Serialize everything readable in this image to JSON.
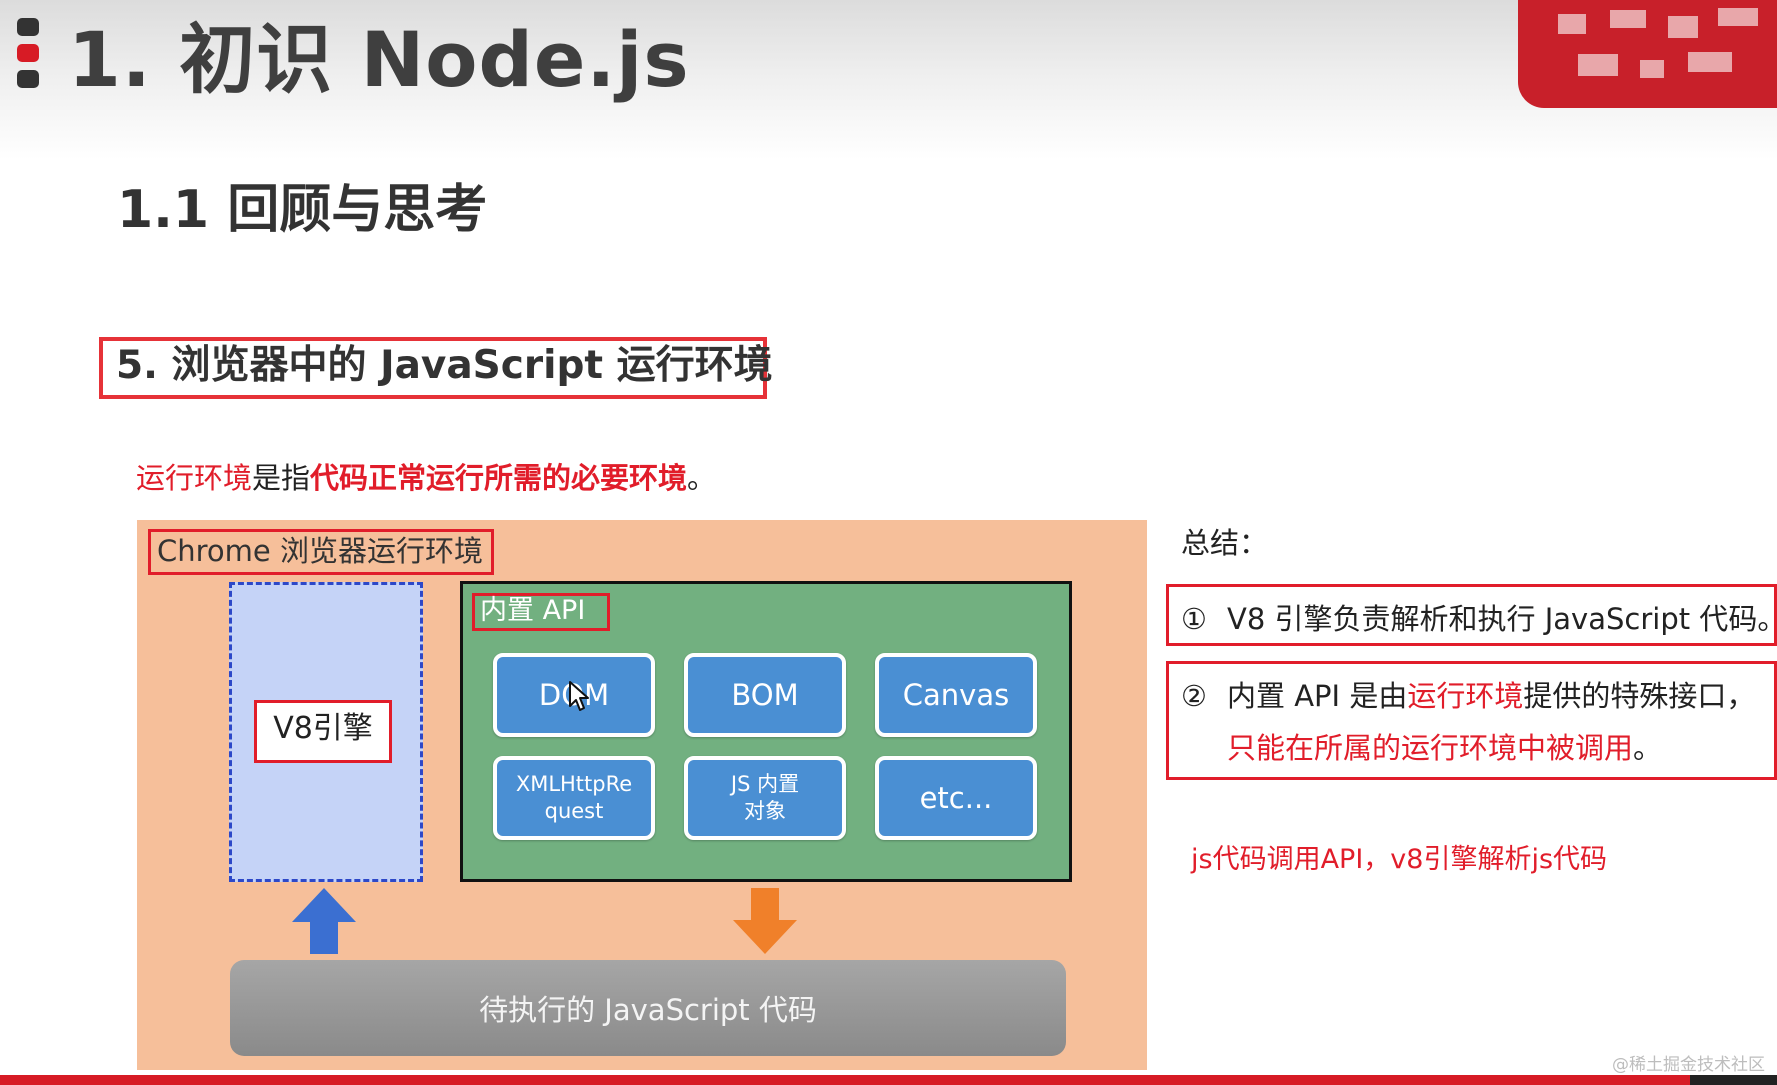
{
  "header": {
    "title": "1. 初识 Node.js",
    "accent_color": "#d71b25"
  },
  "subtitle": "1.1 回顾与思考",
  "section": {
    "title": "5. 浏览器中的 JavaScript 运行环境"
  },
  "definition": {
    "part1": "运行环境",
    "part2": "是指",
    "part3": "代码正常运行所需的必要环境",
    "part4": "。"
  },
  "diagram": {
    "container_label": "Chrome 浏览器运行环境",
    "engine_label": "V8引擎",
    "api_label": "内置 API",
    "api_items": [
      "DOM",
      "BOM",
      "Canvas",
      "XMLHttpRequest",
      "JS 内置\n对象",
      "etc..."
    ],
    "code_label": "待执行的 JavaScript 代码",
    "colors": {
      "background": "#f6bf9a",
      "engine_panel": "#c5d3f7",
      "api_panel": "#72b080",
      "api_button": "#4a8fd3",
      "up_arrow": "#3b6fd1",
      "down_arrow": "#f0802a"
    }
  },
  "summary": {
    "heading": "总结：",
    "point1": {
      "number": "①",
      "text": "V8 引擎负责解析和执行 JavaScript 代码。"
    },
    "point2": {
      "number": "②",
      "text_a": "内置 API 是由",
      "text_b": "运行环境",
      "text_c": "提供的特殊接口，",
      "text_d": "只能在所属的运行环境中被调用",
      "text_e": "。"
    },
    "annotation": "js代码调用API，v8引擎解析js代码"
  },
  "watermark": "@稀土掘金技术社区",
  "icons": {
    "cursor": "mouse-pointer-icon",
    "up": "arrow-up-icon",
    "down": "arrow-down-icon"
  }
}
